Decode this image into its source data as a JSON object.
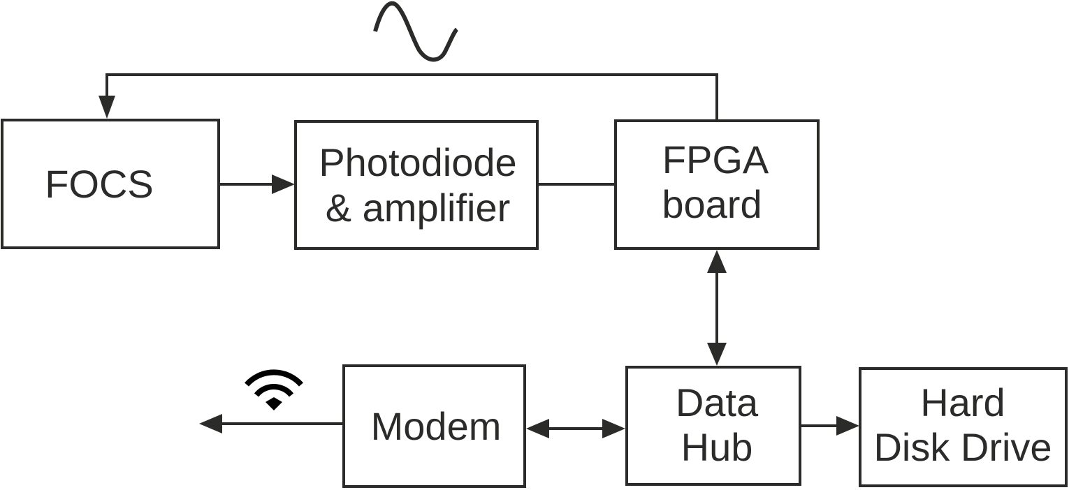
{
  "diagram": {
    "title": "Signal processing and data storage block diagram",
    "colors": {
      "stroke": "#2b2b2a",
      "background": "#ffffff",
      "wifi": "#000000"
    },
    "blocks": {
      "focs": {
        "lines": [
          "FOCS"
        ]
      },
      "photodiode": {
        "lines": [
          "Photodiode",
          "& amplifier"
        ]
      },
      "fpga": {
        "lines": [
          "FPGA",
          "board"
        ]
      },
      "modem": {
        "lines": [
          "Modem"
        ]
      },
      "datahub": {
        "lines": [
          "Data",
          "Hub"
        ]
      },
      "hdd": {
        "lines": [
          "Hard",
          "Disk Drive"
        ]
      }
    },
    "connections": [
      {
        "from": "FOCS",
        "to": "Photodiode & amplifier",
        "type": "arrow"
      },
      {
        "from": "Photodiode & amplifier",
        "to": "FPGA board",
        "type": "line"
      },
      {
        "from": "FPGA board",
        "to": "FOCS",
        "type": "arrow",
        "annotation": "sine-wave modulation"
      },
      {
        "from": "FPGA board",
        "to": "Data Hub",
        "type": "bidirectional"
      },
      {
        "from": "Data Hub",
        "to": "Modem",
        "type": "bidirectional"
      },
      {
        "from": "Data Hub",
        "to": "Hard Disk Drive",
        "type": "arrow"
      },
      {
        "from": "Modem",
        "to": "wireless output",
        "type": "arrow"
      }
    ],
    "icons": {
      "signal": "sine-wave-icon",
      "wireless": "wifi-icon"
    }
  }
}
